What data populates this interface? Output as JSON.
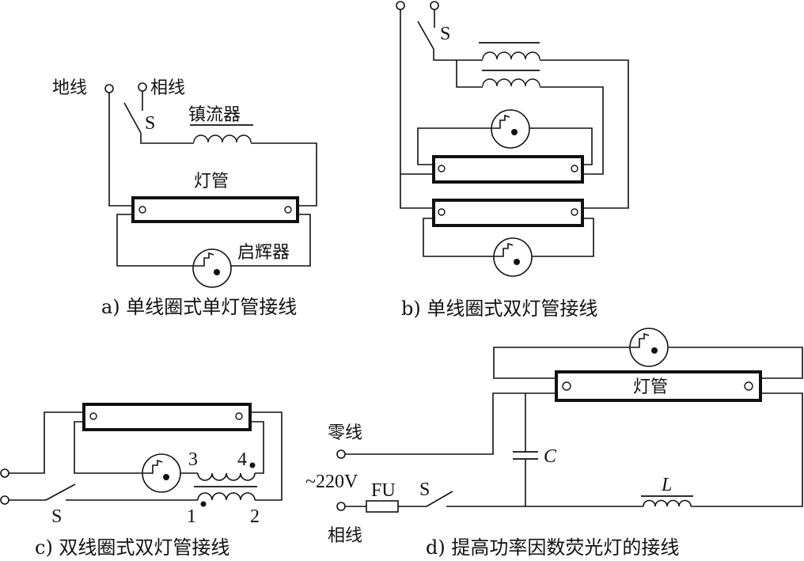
{
  "diagram": {
    "title": "Fluorescent lamp wiring diagrams",
    "panels": {
      "a": {
        "caption": "a) 单线圈式单灯管接线",
        "labels": {
          "ground": "地线",
          "phase": "相线",
          "switch": "S",
          "ballast": "镇流器",
          "tube": "灯管",
          "starter": "启辉器"
        }
      },
      "b": {
        "caption": "b) 单线圈式双灯管接线",
        "labels": {
          "switch": "S"
        }
      },
      "c": {
        "caption": "c) 双线圈式双灯管接线",
        "labels": {
          "switch": "S",
          "pin1": "1",
          "pin2": "2",
          "pin3": "3",
          "pin4": "4"
        }
      },
      "d": {
        "caption": "d) 提高功率因数荧光灯的接线",
        "labels": {
          "neutral": "零线",
          "phase": "相线",
          "voltage": "~220V",
          "fuse": "FU",
          "switch": "S",
          "capacitor": "C",
          "inductor": "L",
          "tube": "灯管"
        }
      }
    }
  }
}
